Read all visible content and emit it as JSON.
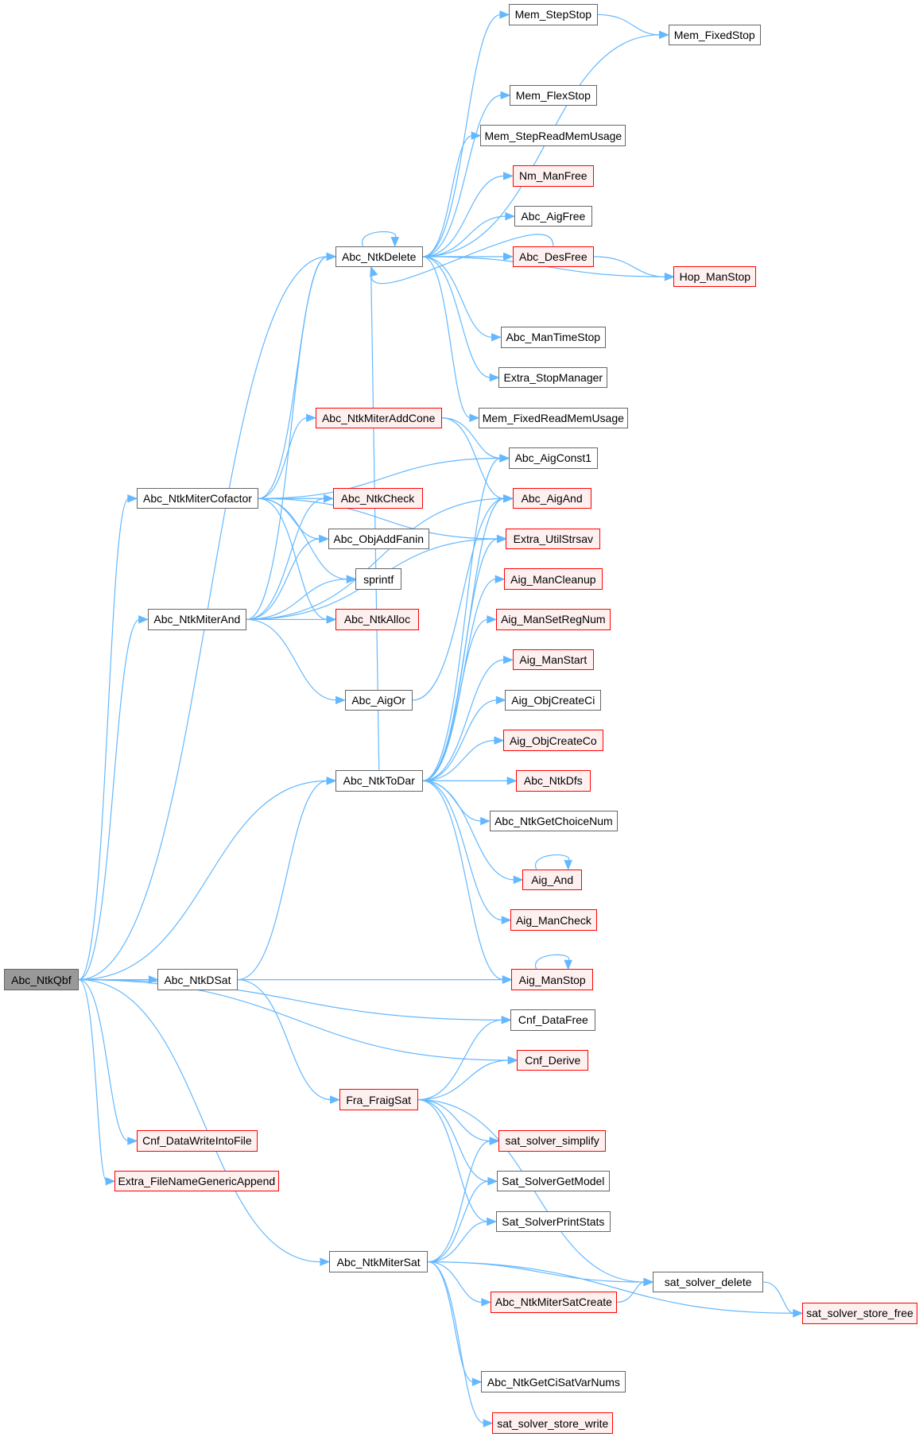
{
  "colors": {
    "edge": "#63b8ff",
    "root_fill": "#999999",
    "red_border": "#ff0000",
    "red_fill": "#fff0f0",
    "box_border": "#666666"
  },
  "nodes": [
    {
      "id": "Abc_NtkQbf",
      "label": "Abc_NtkQbf",
      "style": "root"
    },
    {
      "id": "Mem_StepStop",
      "label": "Mem_StepStop",
      "style": "plain"
    },
    {
      "id": "Mem_FixedStop",
      "label": "Mem_FixedStop",
      "style": "plain"
    },
    {
      "id": "Mem_FlexStop",
      "label": "Mem_FlexStop",
      "style": "plain"
    },
    {
      "id": "Mem_StepReadMemUsage",
      "label": "Mem_StepReadMemUsage",
      "style": "plain"
    },
    {
      "id": "Nm_ManFree",
      "label": "Nm_ManFree",
      "style": "red"
    },
    {
      "id": "Abc_AigFree",
      "label": "Abc_AigFree",
      "style": "plain"
    },
    {
      "id": "Abc_DesFree",
      "label": "Abc_DesFree",
      "style": "red"
    },
    {
      "id": "Hop_ManStop",
      "label": "Hop_ManStop",
      "style": "red"
    },
    {
      "id": "Abc_NtkDelete",
      "label": "Abc_NtkDelete",
      "style": "plain"
    },
    {
      "id": "Abc_ManTimeStop",
      "label": "Abc_ManTimeStop",
      "style": "plain"
    },
    {
      "id": "Extra_StopManager",
      "label": "Extra_StopManager",
      "style": "plain"
    },
    {
      "id": "Mem_FixedReadMemUsage",
      "label": "Mem_FixedReadMemUsage",
      "style": "plain"
    },
    {
      "id": "Abc_NtkMiterAddCone",
      "label": "Abc_NtkMiterAddCone",
      "style": "red"
    },
    {
      "id": "Abc_AigConst1",
      "label": "Abc_AigConst1",
      "style": "plain"
    },
    {
      "id": "Abc_NtkMiterCofactor",
      "label": "Abc_NtkMiterCofactor",
      "style": "plain"
    },
    {
      "id": "Abc_NtkCheck",
      "label": "Abc_NtkCheck",
      "style": "red"
    },
    {
      "id": "Abc_AigAnd",
      "label": "Abc_AigAnd",
      "style": "red"
    },
    {
      "id": "Abc_ObjAddFanin",
      "label": "Abc_ObjAddFanin",
      "style": "plain"
    },
    {
      "id": "Extra_UtilStrsav",
      "label": "Extra_UtilStrsav",
      "style": "red"
    },
    {
      "id": "sprintf",
      "label": "sprintf",
      "style": "plain"
    },
    {
      "id": "Aig_ManCleanup",
      "label": "Aig_ManCleanup",
      "style": "red"
    },
    {
      "id": "Abc_NtkMiterAnd",
      "label": "Abc_NtkMiterAnd",
      "style": "plain"
    },
    {
      "id": "Abc_NtkAlloc",
      "label": "Abc_NtkAlloc",
      "style": "red"
    },
    {
      "id": "Aig_ManSetRegNum",
      "label": "Aig_ManSetRegNum",
      "style": "red"
    },
    {
      "id": "Aig_ManStart",
      "label": "Aig_ManStart",
      "style": "red"
    },
    {
      "id": "Abc_AigOr",
      "label": "Abc_AigOr",
      "style": "plain"
    },
    {
      "id": "Aig_ObjCreateCi",
      "label": "Aig_ObjCreateCi",
      "style": "plain"
    },
    {
      "id": "Aig_ObjCreateCo",
      "label": "Aig_ObjCreateCo",
      "style": "red"
    },
    {
      "id": "Abc_NtkToDar",
      "label": "Abc_NtkToDar",
      "style": "plain"
    },
    {
      "id": "Abc_NtkDfs",
      "label": "Abc_NtkDfs",
      "style": "red"
    },
    {
      "id": "Abc_NtkGetChoiceNum",
      "label": "Abc_NtkGetChoiceNum",
      "style": "plain"
    },
    {
      "id": "Aig_And",
      "label": "Aig_And",
      "style": "red"
    },
    {
      "id": "Aig_ManCheck",
      "label": "Aig_ManCheck",
      "style": "red"
    },
    {
      "id": "Abc_NtkDSat",
      "label": "Abc_NtkDSat",
      "style": "plain"
    },
    {
      "id": "Aig_ManStop",
      "label": "Aig_ManStop",
      "style": "red"
    },
    {
      "id": "Cnf_DataFree",
      "label": "Cnf_DataFree",
      "style": "plain"
    },
    {
      "id": "Cnf_Derive",
      "label": "Cnf_Derive",
      "style": "red"
    },
    {
      "id": "Fra_FraigSat",
      "label": "Fra_FraigSat",
      "style": "red"
    },
    {
      "id": "Cnf_DataWriteIntoFile",
      "label": "Cnf_DataWriteIntoFile",
      "style": "red"
    },
    {
      "id": "sat_solver_simplify",
      "label": "sat_solver_simplify",
      "style": "red"
    },
    {
      "id": "Extra_FileNameGenericAppend",
      "label": "Extra_FileNameGenericAppend",
      "style": "red"
    },
    {
      "id": "Sat_SolverGetModel",
      "label": "Sat_SolverGetModel",
      "style": "plain"
    },
    {
      "id": "Sat_SolverPrintStats",
      "label": "Sat_SolverPrintStats",
      "style": "plain"
    },
    {
      "id": "Abc_NtkMiterSat",
      "label": "Abc_NtkMiterSat",
      "style": "plain"
    },
    {
      "id": "sat_solver_delete",
      "label": "sat_solver_delete",
      "style": "plain"
    },
    {
      "id": "Abc_NtkMiterSatCreate",
      "label": "Abc_NtkMiterSatCreate",
      "style": "red"
    },
    {
      "id": "sat_solver_store_free",
      "label": "sat_solver_store_free",
      "style": "red"
    },
    {
      "id": "Abc_NtkGetCiSatVarNums",
      "label": "Abc_NtkGetCiSatVarNums",
      "style": "plain"
    },
    {
      "id": "sat_solver_store_write",
      "label": "sat_solver_store_write",
      "style": "red"
    }
  ],
  "edges": [
    [
      "Abc_NtkQbf",
      "Abc_NtkDelete"
    ],
    [
      "Abc_NtkQbf",
      "Abc_NtkMiterCofactor"
    ],
    [
      "Abc_NtkQbf",
      "Abc_NtkMiterAnd"
    ],
    [
      "Abc_NtkQbf",
      "Abc_NtkToDar"
    ],
    [
      "Abc_NtkQbf",
      "Abc_NtkDSat"
    ],
    [
      "Abc_NtkQbf",
      "Aig_ManStop"
    ],
    [
      "Abc_NtkQbf",
      "Cnf_DataFree"
    ],
    [
      "Abc_NtkQbf",
      "Cnf_Derive"
    ],
    [
      "Abc_NtkQbf",
      "Cnf_DataWriteIntoFile"
    ],
    [
      "Abc_NtkQbf",
      "Extra_FileNameGenericAppend"
    ],
    [
      "Abc_NtkQbf",
      "Abc_NtkMiterSat"
    ],
    [
      "Abc_NtkDelete",
      "Mem_StepStop"
    ],
    [
      "Abc_NtkDelete",
      "Mem_FixedStop"
    ],
    [
      "Abc_NtkDelete",
      "Mem_FlexStop"
    ],
    [
      "Abc_NtkDelete",
      "Mem_StepReadMemUsage"
    ],
    [
      "Abc_NtkDelete",
      "Nm_ManFree"
    ],
    [
      "Abc_NtkDelete",
      "Abc_AigFree"
    ],
    [
      "Abc_NtkDelete",
      "Abc_DesFree"
    ],
    [
      "Abc_NtkDelete",
      "Hop_ManStop"
    ],
    [
      "Abc_NtkDelete",
      "Abc_ManTimeStop"
    ],
    [
      "Abc_NtkDelete",
      "Extra_StopManager"
    ],
    [
      "Abc_NtkDelete",
      "Mem_FixedReadMemUsage"
    ],
    [
      "Abc_NtkDelete",
      "Abc_NtkDelete"
    ],
    [
      "Mem_StepStop",
      "Mem_FixedStop"
    ],
    [
      "Abc_DesFree",
      "Abc_NtkDelete"
    ],
    [
      "Abc_DesFree",
      "Hop_ManStop"
    ],
    [
      "Abc_NtkMiterCofactor",
      "Abc_NtkDelete"
    ],
    [
      "Abc_NtkMiterCofactor",
      "Abc_AigConst1"
    ],
    [
      "Abc_NtkMiterCofactor",
      "Abc_NtkMiterAddCone"
    ],
    [
      "Abc_NtkMiterCofactor",
      "Abc_NtkCheck"
    ],
    [
      "Abc_NtkMiterCofactor",
      "Abc_ObjAddFanin"
    ],
    [
      "Abc_NtkMiterCofactor",
      "sprintf"
    ],
    [
      "Abc_NtkMiterCofactor",
      "Abc_NtkAlloc"
    ],
    [
      "Abc_NtkMiterCofactor",
      "Extra_UtilStrsav"
    ],
    [
      "Abc_NtkMiterAddCone",
      "Abc_AigConst1"
    ],
    [
      "Abc_NtkMiterAddCone",
      "Abc_AigAnd"
    ],
    [
      "Abc_NtkMiterAnd",
      "Abc_NtkDelete"
    ],
    [
      "Abc_NtkMiterAnd",
      "Abc_NtkCheck"
    ],
    [
      "Abc_NtkMiterAnd",
      "Abc_ObjAddFanin"
    ],
    [
      "Abc_NtkMiterAnd",
      "sprintf"
    ],
    [
      "Abc_NtkMiterAnd",
      "Abc_NtkAlloc"
    ],
    [
      "Abc_NtkMiterAnd",
      "Abc_AigAnd"
    ],
    [
      "Abc_NtkMiterAnd",
      "Abc_AigOr"
    ],
    [
      "Abc_NtkMiterAnd",
      "Extra_UtilStrsav"
    ],
    [
      "Abc_AigOr",
      "Abc_AigAnd"
    ],
    [
      "Abc_NtkToDar",
      "Abc_AigConst1"
    ],
    [
      "Abc_NtkToDar",
      "Abc_AigAnd"
    ],
    [
      "Abc_NtkToDar",
      "Extra_UtilStrsav"
    ],
    [
      "Abc_NtkToDar",
      "Aig_ManCleanup"
    ],
    [
      "Abc_NtkToDar",
      "Aig_ManSetRegNum"
    ],
    [
      "Abc_NtkToDar",
      "Aig_ManStart"
    ],
    [
      "Abc_NtkToDar",
      "Aig_ObjCreateCi"
    ],
    [
      "Abc_NtkToDar",
      "Aig_ObjCreateCo"
    ],
    [
      "Abc_NtkToDar",
      "Abc_NtkDfs"
    ],
    [
      "Abc_NtkToDar",
      "Abc_NtkGetChoiceNum"
    ],
    [
      "Abc_NtkToDar",
      "Aig_And"
    ],
    [
      "Abc_NtkToDar",
      "Aig_ManCheck"
    ],
    [
      "Abc_NtkToDar",
      "Aig_ManStop"
    ],
    [
      "Abc_NtkToDar",
      "Abc_NtkDelete"
    ],
    [
      "Aig_And",
      "Aig_And"
    ],
    [
      "Aig_ManStop",
      "Aig_ManStop"
    ],
    [
      "Abc_NtkDSat",
      "Abc_NtkToDar"
    ],
    [
      "Abc_NtkDSat",
      "Aig_ManStop"
    ],
    [
      "Abc_NtkDSat",
      "Fra_FraigSat"
    ],
    [
      "Fra_FraigSat",
      "Cnf_DataFree"
    ],
    [
      "Fra_FraigSat",
      "Cnf_Derive"
    ],
    [
      "Fra_FraigSat",
      "sat_solver_simplify"
    ],
    [
      "Fra_FraigSat",
      "Sat_SolverGetModel"
    ],
    [
      "Fra_FraigSat",
      "Sat_SolverPrintStats"
    ],
    [
      "Fra_FraigSat",
      "sat_solver_delete"
    ],
    [
      "Abc_NtkMiterSat",
      "sat_solver_simplify"
    ],
    [
      "Abc_NtkMiterSat",
      "Sat_SolverGetModel"
    ],
    [
      "Abc_NtkMiterSat",
      "Sat_SolverPrintStats"
    ],
    [
      "Abc_NtkMiterSat",
      "sat_solver_delete"
    ],
    [
      "Abc_NtkMiterSat",
      "Abc_NtkMiterSatCreate"
    ],
    [
      "Abc_NtkMiterSat",
      "sat_solver_store_free"
    ],
    [
      "Abc_NtkMiterSat",
      "Abc_NtkGetCiSatVarNums"
    ],
    [
      "Abc_NtkMiterSat",
      "sat_solver_store_write"
    ],
    [
      "Abc_NtkMiterSatCreate",
      "sat_solver_delete"
    ],
    [
      "sat_solver_delete",
      "sat_solver_store_free"
    ]
  ]
}
